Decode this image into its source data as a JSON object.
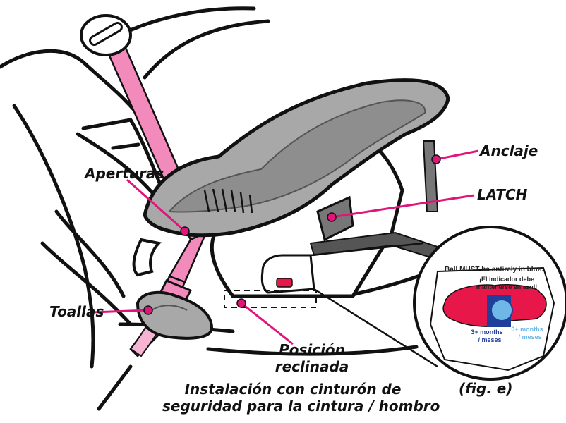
{
  "labels": {
    "anchor": "Anclaje",
    "latch": "LATCH",
    "openings": "Aperturas",
    "towels": "Toallas",
    "recline_line1": "Posición",
    "recline_line2": "reclinada",
    "caption_line1": "Instalación con cinturón de",
    "caption_line2": "seguridad para la cintura / hombro",
    "fig": "(fig. e)"
  },
  "indicator": {
    "heading": "Ball MUST be entirely in blue.",
    "spanish_line1": "¡El indicador debe",
    "spanish_line2": "mantenerse en azul!",
    "range_a_line1": "3+ months",
    "range_a_line2": "/ meses",
    "range_b_line1": "0+ months",
    "range_b_line2": "/ meses"
  },
  "colors": {
    "callout": "#e0147a",
    "belt": "#f28bbb",
    "seat_fill": "#a8a8a8",
    "indicator_red": "#e8174a",
    "indicator_blue": "#1f3f9a",
    "indicator_light_blue": "#6fb7e6"
  }
}
